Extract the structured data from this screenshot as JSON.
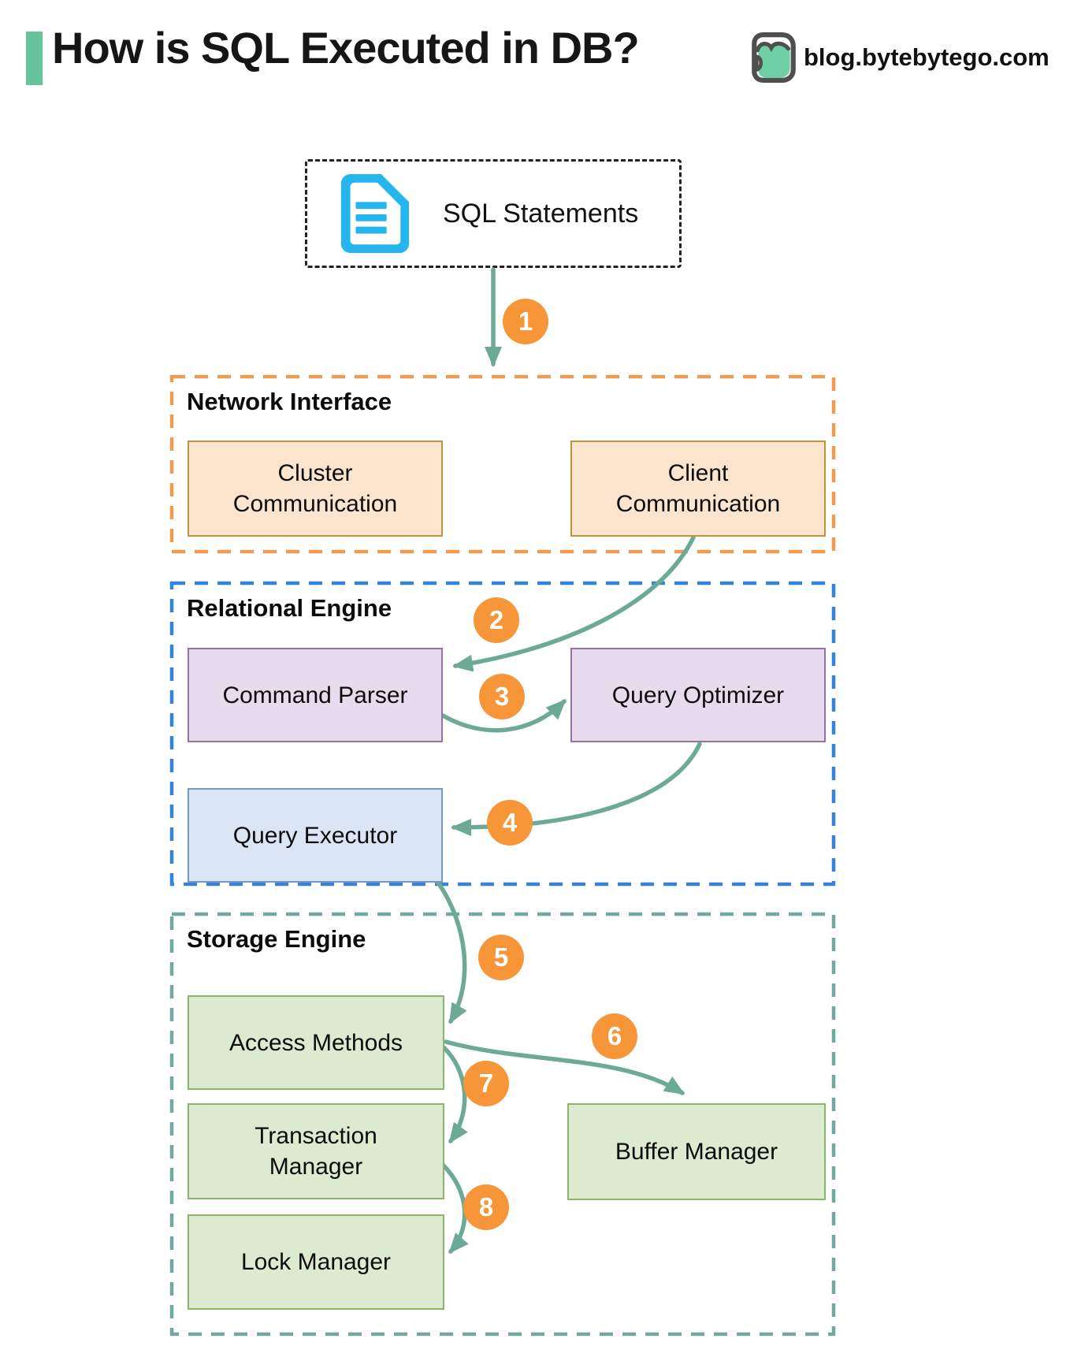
{
  "header": {
    "title": "How is SQL Executed in DB?",
    "brand": "blog.bytebytego.com"
  },
  "source": {
    "label": "SQL Statements",
    "icon": "document-icon"
  },
  "sections": [
    {
      "label": "Network Interface",
      "boxes": [
        {
          "label": "Cluster Communication"
        },
        {
          "label": "Client Communication"
        }
      ]
    },
    {
      "label": "Relational Engine",
      "boxes": [
        {
          "label": "Command Parser"
        },
        {
          "label": "Query Optimizer"
        },
        {
          "label": "Query Executor"
        }
      ]
    },
    {
      "label": "Storage Engine",
      "boxes": [
        {
          "label": "Access Methods"
        },
        {
          "label": "Transaction Manager"
        },
        {
          "label": "Lock Manager"
        },
        {
          "label": "Buffer Manager"
        }
      ]
    }
  ],
  "flow_steps": [
    {
      "num": "1",
      "from": "SQL Statements",
      "to": "Network Interface"
    },
    {
      "num": "2",
      "from": "Client Communication",
      "to": "Command Parser"
    },
    {
      "num": "3",
      "from": "Command Parser",
      "to": "Query Optimizer"
    },
    {
      "num": "4",
      "from": "Query Optimizer",
      "to": "Query Executor"
    },
    {
      "num": "5",
      "from": "Query Executor",
      "to": "Access Methods"
    },
    {
      "num": "6",
      "from": "Access Methods",
      "to": "Buffer Manager"
    },
    {
      "num": "7",
      "from": "Access Methods",
      "to": "Transaction Manager"
    },
    {
      "num": "8",
      "from": "Transaction Manager",
      "to": "Lock Manager"
    }
  ],
  "palette": {
    "accent_green": "#66C39A",
    "arrow": "#6CA996",
    "step_badge": "#F79638",
    "source_border": "#222222",
    "network_border": "#F09C50",
    "relational_border": "#3484DA",
    "storage_border": "#74A7A1",
    "orange_box_fill": "#FBE5CE",
    "orange_box_border": "#C29434",
    "purple_box_fill": "#E6DCEE",
    "purple_box_border": "#9673A6",
    "blue_box_fill": "#DAE6F5",
    "blue_box_border": "#7A96C6",
    "green_box_fill": "#DCEAD0",
    "green_box_border": "#8AB56A",
    "doc_icon_cyan": "#25B6EF",
    "logo_green": "#6FCFA4",
    "logo_gray": "#4F4F4F"
  }
}
